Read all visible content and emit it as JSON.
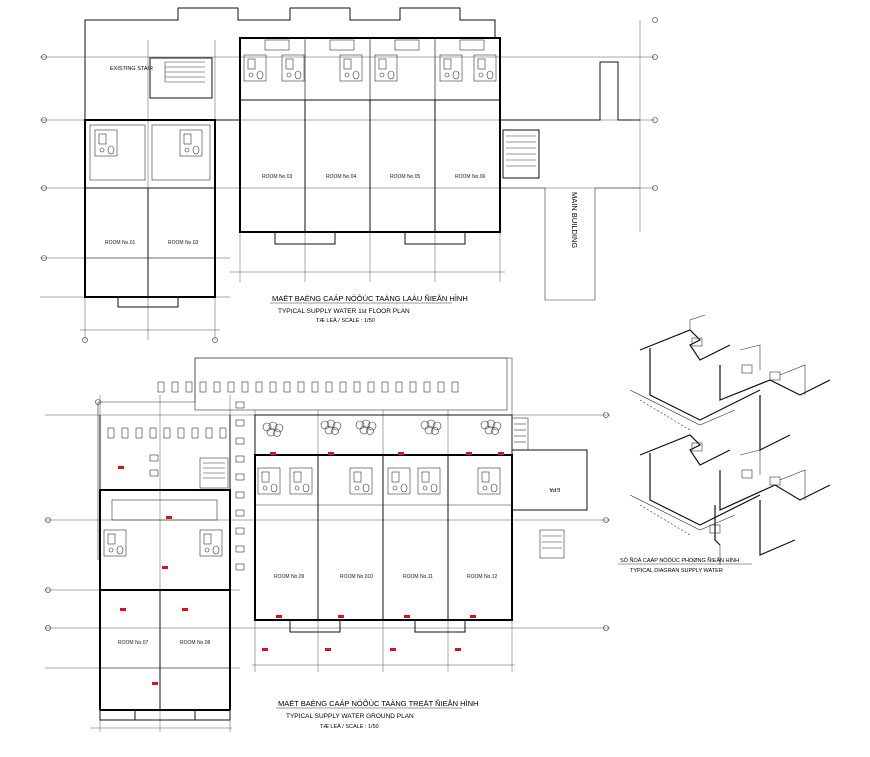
{
  "upper_plan": {
    "rooms": [
      "ROOM No.01",
      "ROOM No.03",
      "ROOM No.03",
      "ROOM No.04",
      "ROOM No.05",
      "ROOM No.06"
    ],
    "stair_label": "EXISTING STAIR",
    "main_building": "MAIN BUILDING",
    "title_vn": "MAËT BAÈNG CAÁP NÖÔÙC TAÀNG LAÀU ÑIEÅN HÌNH",
    "title_en": "TYPICAL SUPPLY WATER 1st FLOOR PLAN",
    "scale": "TÆ LEÄ / SCALE : 1/50"
  },
  "lower_plan": {
    "rooms": [
      "ROOM No.07",
      "ROOM No.08",
      "ROOM No.09",
      "ROOM No.010",
      "ROOM No.11",
      "ROOM No.12"
    ],
    "title_vn": "MAËT BAÈNG CAÁP NÖÔÙC TAÀNG TREÄT ÑIEÅN HÌNH",
    "title_en": "TYPICAL SUPPLY WATER GROUND PLAN",
    "scale": "TÆ LEÄ / SCALE : 1/50",
    "side_label": "EPA"
  },
  "diagram": {
    "title_vn": "SÔ ÑOÀ CAÁP NÖÔÙC PHOØNG ÑIEÅN HÌNH",
    "title_en": "TYPICAL DIAGRAN SUPPLY WATER"
  },
  "colors": {
    "line": "#111111",
    "marker": "#d8141a",
    "background": "#ffffff"
  }
}
